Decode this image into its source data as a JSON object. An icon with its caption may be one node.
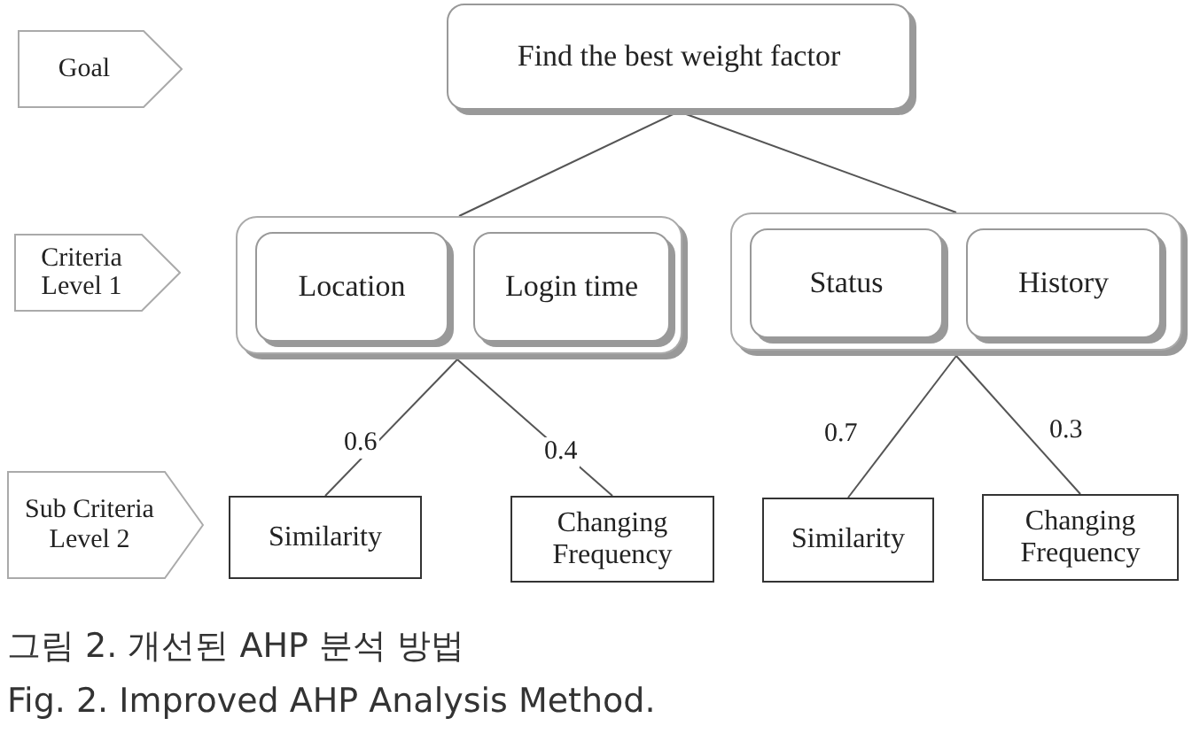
{
  "diagram": {
    "caption": "그림 2. 개선된 AHP 분석 방법",
    "nodes": [
      {
        "text": [
          "Goal"
        ]
      },
      {
        "text": [
          "Find the best weight factor"
        ]
      },
      {
        "text": [
          "Criteria Level 1"
        ]
      },
      {
        "text": [],
        "shape": "box"
      },
      {
        "text": [
          "Location"
        ],
        "in": 3
      },
      {
        "text": [
          "Login time"
        ],
        "in": 3
      },
      {
        "text": [],
        "shape": "box"
      },
      {
        "text": [
          "Status"
        ],
        "in": 6
      },
      {
        "text": [
          "History"
        ],
        "in": 6
      },
      {
        "text": [
          "Sub Criteria Level 2"
        ]
      },
      {
        "text": [
          "Similarity"
        ]
      },
      {
        "text": [
          "Changing Frequency"
        ]
      },
      {
        "text": [
          "Similarity"
        ]
      },
      {
        "text": [
          "Changing Frequency"
        ]
      }
    ],
    "edges": [
      {
        "from": 1,
        "to": 3,
        "arrow": "none"
      },
      {
        "from": 1,
        "to": 6,
        "arrow": "none"
      },
      {
        "from": 3,
        "to": 10,
        "arrow": "none",
        "label": "0.6"
      },
      {
        "from": 3,
        "to": 11,
        "arrow": "none",
        "label": "0.4"
      },
      {
        "from": 6,
        "to": 12,
        "arrow": "none",
        "label": "0.7"
      },
      {
        "from": 6,
        "to": 13,
        "arrow": "none",
        "label": "0.3"
      }
    ],
    "labels": [
      "Fig. 2. Improved AHP Analysis Method."
    ]
  }
}
